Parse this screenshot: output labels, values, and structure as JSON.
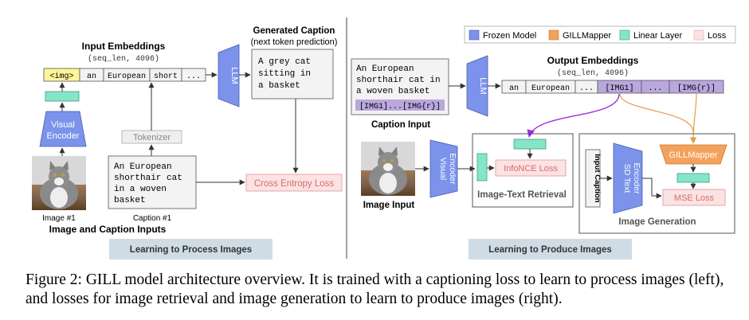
{
  "left": {
    "input_embeddings_title": "Input Embeddings",
    "input_embeddings_dims": "(seq_len, 4096)",
    "tokens": [
      "<img>",
      "an",
      "European",
      "short",
      "..."
    ],
    "generated_caption_title": "Generated Caption",
    "generated_caption_subtitle": "(next token prediction)",
    "generated_caption_lines": [
      "A grey cat",
      "sitting in",
      "a basket"
    ],
    "llm": "LLM",
    "visual_encoder_lines": [
      "Visual",
      "Encoder"
    ],
    "tokenizer": "Tokenizer",
    "caption_lines": [
      "An European",
      "shorthair cat",
      "in a woven",
      "basket"
    ],
    "cross_entropy_loss": "Cross Entropy Loss",
    "image_label": "Image #1",
    "caption_label": "Caption #1",
    "inputs_title": "Image and Caption Inputs",
    "section_label": "Learning to Process Images"
  },
  "right": {
    "legend": [
      {
        "label": "Frozen Model",
        "color": "#7b93ea"
      },
      {
        "label": "GILLMapper",
        "color": "#f3a25b"
      },
      {
        "label": "Linear Layer",
        "color": "#84e6c6"
      },
      {
        "label": "Loss",
        "color": "#f9d3d3"
      }
    ],
    "caption_input_lines": [
      "An European",
      "shorthair cat in",
      "a woven basket"
    ],
    "caption_input_tokens": "[IMG1]...[IMG{r}]",
    "caption_input_label": "Caption Input",
    "llm": "LLM",
    "output_embeddings_title": "Output Embeddings",
    "output_embeddings_dims": "(seq_len, 4096)",
    "output_tokens": [
      "an",
      "European",
      "...",
      "[IMG1]",
      "...",
      "[IMG{r}]"
    ],
    "image_input_label": "Image Input",
    "visual_encoder_lines": [
      "Visual",
      "Encoder"
    ],
    "infonce_loss": "InfoNCE Loss",
    "retrieval_title": "Image-Text Retrieval",
    "input_caption": "Input Caption",
    "sd_text_encoder_lines": [
      "SD Text",
      "Encoder"
    ],
    "gillmapper": "GILLMapper",
    "mse_loss": "MSE Loss",
    "generation_title": "Image Generation",
    "section_label": "Learning to Produce Images"
  },
  "figure_caption": "Figure 2: GILL model architecture overview. It is trained with a captioning loss to learn to process images (left), and losses for image retrieval and image generation to learn to produce images (right).",
  "colors": {
    "frozen": "#7b93ea",
    "mapper": "#f3a25b",
    "linear": "#84e6c6",
    "loss_fill": "#fbe3e3",
    "loss_stroke": "#e9a6a6",
    "img_token": "#fdf59a",
    "img_output_token": "#b9a7de",
    "section_band": "#cfdce6",
    "arrow_purple": "#a42ae0",
    "arrow_orange": "#e89a4c"
  }
}
